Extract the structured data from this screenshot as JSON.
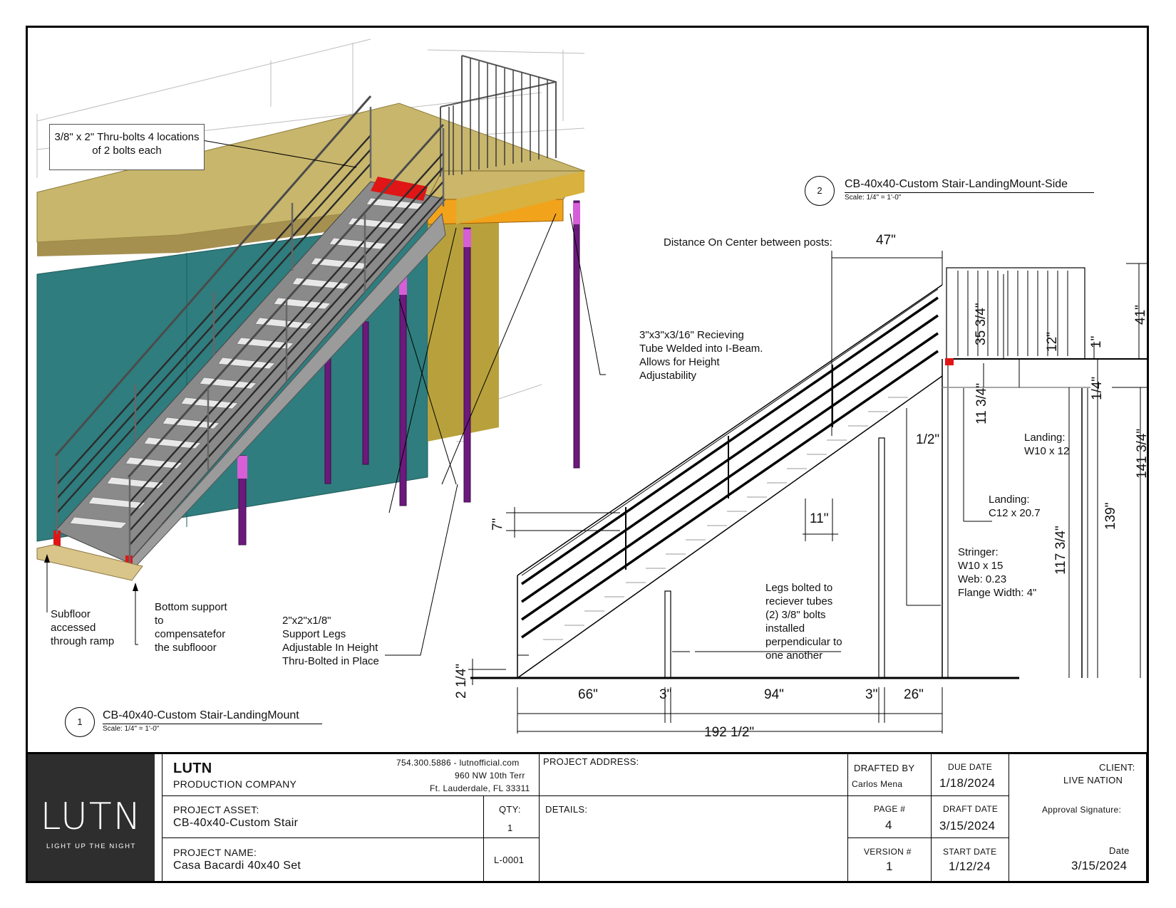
{
  "view1": {
    "number": "1",
    "title": "CB-40x40-Custom Stair-LandingMount",
    "scale": "Scale: 1/4\" = 1'-0\"",
    "callout_bolts": "3/8\" x 2\" Thru-bolts\n4 locations of 2 bolts each",
    "callout_tube": "3\"x3\"x3/16\" Recieving\nTube Welded into I-Beam.\nAllows for Height\nAdjustability",
    "callout_subfloor": "Subfloor\naccessed\nthrough ramp",
    "callout_bottom": "Bottom support\nto\ncompensatefor\nthe subflooor",
    "callout_legs": "2\"x2\"x1/8\"\nSupport Legs\nAdjustable In Height\nThru-Bolted in Place"
  },
  "view2": {
    "number": "2",
    "title": "CB-40x40-Custom Stair-LandingMount-Side",
    "scale": "Scale: 1/4\" = 1'-0\"",
    "distance_label": "Distance On Center between posts:",
    "distance_value": "47\"",
    "dim_35_34": "35 3/4\"",
    "dim_12": "12\"",
    "dim_1": "1\"",
    "dim_41": "41\"",
    "dim_1_4": "1/4\"",
    "dim_11_34": "11 3/4\"",
    "dim_141_34": "141 3/4\"",
    "dim_139": "139\"",
    "dim_117_34": "117 3/4\"",
    "dim_1_2": "1/2\"",
    "dim_11": "11\"",
    "dim_7": "7\"",
    "dim_2_14": "2 1/4\"",
    "dim_66": "66\"",
    "dim_3a": "3\"",
    "dim_94": "94\"",
    "dim_3b": "3\"",
    "dim_26": "26\"",
    "dim_total": "192 1/2\"",
    "landing_w": "Landing:\nW10 x 12",
    "landing_c": "Landing:\nC12 x 20.7",
    "stringer": "Stringer:\nW10 x 15\nWeb: 0.23\nFlange Width: 4\"",
    "legs_note": "Legs bolted to\nreciever tubes\n(2) 3/8\" bolts\ninstalled\nperpendicular to\none another"
  },
  "titleblock": {
    "logo_word": "LUTN",
    "logo_tag": "LIGHT UP THE NIGHT",
    "company": "LUTN",
    "company_sub": "PRODUCTION COMPANY",
    "contact1": "754.300.5886 - lutnofficial.com",
    "contact2": "960 NW 10th Terr",
    "contact3": "Ft. Lauderdale, FL 33311",
    "project_address_label": "PROJECT ADDRESS:",
    "drafted_by_label": "DRAFTED BY",
    "drafted_by": "Carlos Mena",
    "due_date_label": "DUE DATE",
    "due_date": "1/18/2024",
    "client_label": "CLIENT:",
    "client": "LIVE NATION",
    "project_asset_label": "PROJECT ASSET:",
    "project_asset": "CB-40x40-Custom Stair",
    "qty_label": "QTY:",
    "qty": "1",
    "details_label": "DETAILS:",
    "page_label": "PAGE #",
    "page": "4",
    "draft_date_label": "DRAFT DATE",
    "draft_date": "3/15/2024",
    "approval_label": "Approval Signature:",
    "project_name_label": "PROJECT NAME:",
    "project_name": "Casa Bacardi 40x40 Set",
    "sheet_code": "L-0001",
    "version_label": "VERSION #",
    "version": "1",
    "start_date_label": "START DATE",
    "start_date": "1/12/24",
    "date_label": "Date",
    "date": "3/15/2024"
  },
  "colors": {
    "wall_teal": "#2f7d7e",
    "platform_tan": "#c9b46a",
    "beam_orange": "#f4a21c",
    "leg_purple": "#6b1a7c",
    "tread_red": "#e01515",
    "logo_bg": "#2e2e2e"
  }
}
